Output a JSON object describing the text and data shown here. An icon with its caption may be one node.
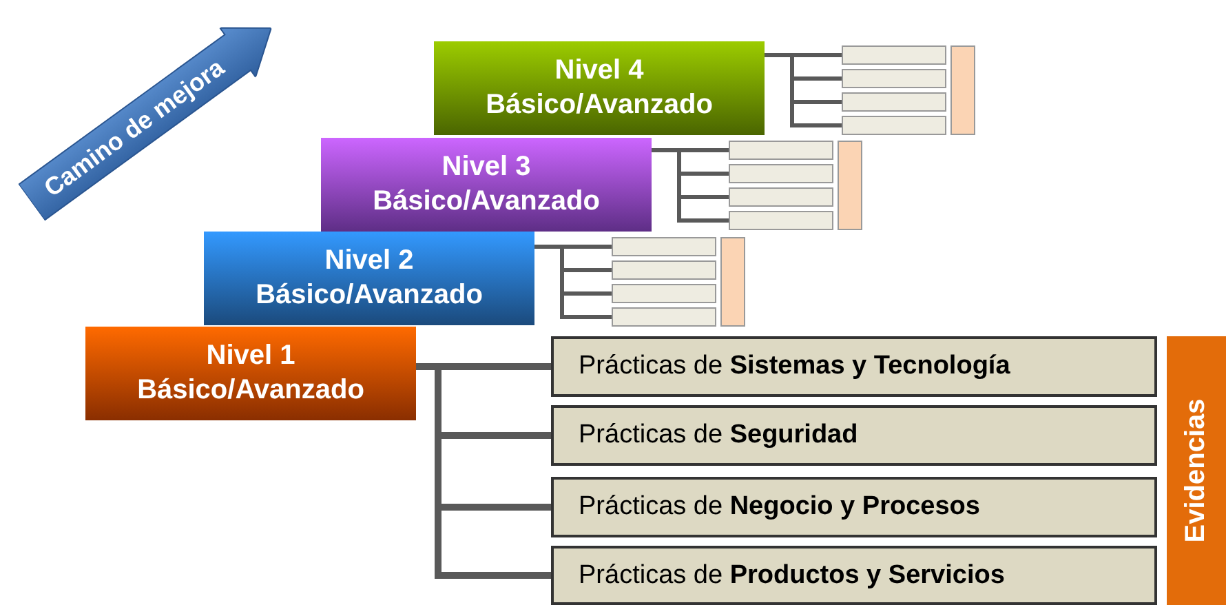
{
  "diagram": {
    "nodes": [
      {
        "text": [
          "Camino de mejora"
        ]
      },
      {
        "text": [
          "Nivel 4",
          "Básico/Avanzado"
        ]
      },
      {
        "text": [],
        "shape": "box"
      },
      {
        "text": [],
        "shape": "box"
      },
      {
        "text": [],
        "shape": "box"
      },
      {
        "text": [],
        "shape": "box"
      },
      {
        "text": [],
        "shape": "bar"
      },
      {
        "text": [
          "Nivel 3",
          "Básico/Avanzado"
        ]
      },
      {
        "text": [],
        "shape": "box"
      },
      {
        "text": [],
        "shape": "box"
      },
      {
        "text": [],
        "shape": "box"
      },
      {
        "text": [],
        "shape": "box"
      },
      {
        "text": [],
        "shape": "bar"
      },
      {
        "text": [
          "Nivel 2",
          "Básico/Avanzado"
        ]
      },
      {
        "text": [],
        "shape": "box"
      },
      {
        "text": [],
        "shape": "box"
      },
      {
        "text": [],
        "shape": "box"
      },
      {
        "text": [],
        "shape": "box"
      },
      {
        "text": [],
        "shape": "bar"
      },
      {
        "text": [
          "Nivel 1",
          "Básico/Avanzado"
        ]
      },
      {
        "text": [
          "Prácticas de **Sistemas y Tecnología**"
        ]
      },
      {
        "text": [
          "Prácticas de **Seguridad**"
        ]
      },
      {
        "text": [
          "Prácticas de **Negocio y Procesos**"
        ]
      },
      {
        "text": [
          "Prácticas de **Productos y Servicios**"
        ]
      },
      {
        "text": [
          "Evidencias"
        ]
      }
    ],
    "edges": [
      {
        "from": 1,
        "to": 2,
        "arrow": "none"
      },
      {
        "from": 1,
        "to": 3,
        "arrow": "none"
      },
      {
        "from": 1,
        "to": 4,
        "arrow": "none"
      },
      {
        "from": 1,
        "to": 5,
        "arrow": "none"
      },
      {
        "from": 7,
        "to": 8,
        "arrow": "none"
      },
      {
        "from": 7,
        "to": 9,
        "arrow": "none"
      },
      {
        "from": 7,
        "to": 10,
        "arrow": "none"
      },
      {
        "from": 7,
        "to": 11,
        "arrow": "none"
      },
      {
        "from": 13,
        "to": 14,
        "arrow": "none"
      },
      {
        "from": 13,
        "to": 15,
        "arrow": "none"
      },
      {
        "from": 13,
        "to": 16,
        "arrow": "none"
      },
      {
        "from": 13,
        "to": 17,
        "arrow": "none"
      },
      {
        "from": 19,
        "to": 20,
        "arrow": "none"
      },
      {
        "from": 19,
        "to": 21,
        "arrow": "none"
      },
      {
        "from": 19,
        "to": 22,
        "arrow": "none"
      },
      {
        "from": 19,
        "to": 23,
        "arrow": "none"
      }
    ]
  }
}
